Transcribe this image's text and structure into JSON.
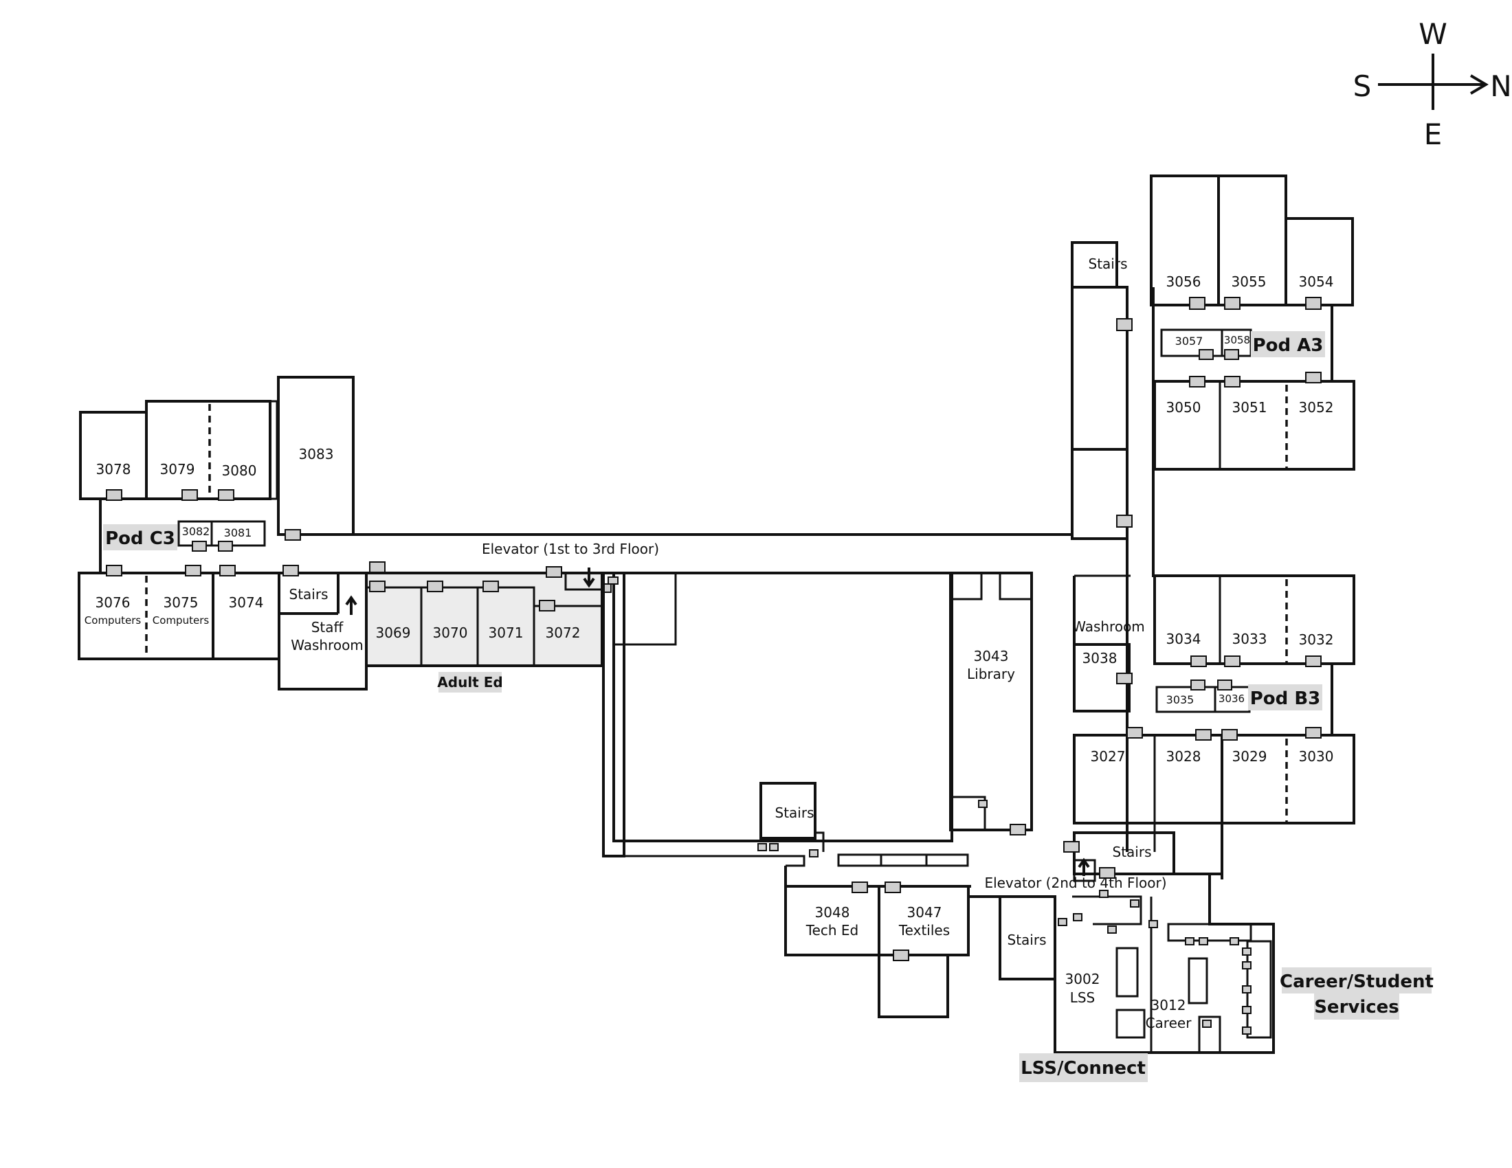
{
  "compass": {
    "west": "W",
    "south": "S",
    "north": "N",
    "east": "E"
  },
  "rooms": {
    "r3078": "3078",
    "r3079": "3079",
    "r3080": "3080",
    "r3083": "3083",
    "r3082": "3082",
    "r3081": "3081",
    "r3076": "3076",
    "r3076_sub": "Computers",
    "r3075": "3075",
    "r3075_sub": "Computers",
    "r3074": "3074",
    "stairs_west": "Stairs",
    "staff_washroom_1": "Staff",
    "staff_washroom_2": "Washroom",
    "r3069": "3069",
    "r3070": "3070",
    "r3071": "3071",
    "r3072": "3072",
    "r3056": "3056",
    "r3055": "3055",
    "r3054": "3054",
    "stairs_north": "Stairs",
    "r3057": "3057",
    "r3058": "3058",
    "r3050": "3050",
    "r3051": "3051",
    "r3052": "3052",
    "r3034": "3034",
    "r3033": "3033",
    "r3032": "3032",
    "washroom": "Washroom",
    "r3038": "3038",
    "r3035": "3035",
    "r3036": "3036",
    "r3043": "3043",
    "r3043_sub": "Library",
    "r3027": "3027",
    "r3028": "3028",
    "r3029": "3029",
    "r3030": "3030",
    "stairs_east": "Stairs",
    "stairs_center": "Stairs",
    "r3048": "3048",
    "r3048_sub": "Tech Ed",
    "r3047": "3047",
    "r3047_sub": "Textiles",
    "stairs_south": "Stairs",
    "r3002": "3002",
    "r3002_sub": "LSS",
    "r3012": "3012",
    "r3012_sub": "Career"
  },
  "labels": {
    "elevator_1": "Elevator (1st to 3rd Floor)",
    "elevator_2": "Elevator (2nd to 4th Floor)"
  },
  "zones": {
    "pod_c3": "Pod C3",
    "pod_a3": "Pod A3",
    "pod_b3": "Pod B3",
    "adult_ed": "Adult Ed",
    "lss_connect": "LSS/Connect",
    "career_1": "Career/Student",
    "career_2": "Services"
  }
}
